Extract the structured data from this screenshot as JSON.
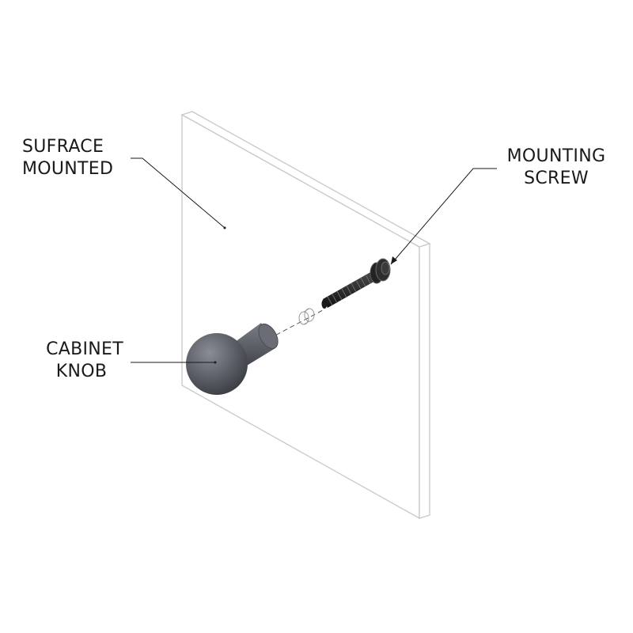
{
  "labels": {
    "surface_mounted": [
      "SUFRACE",
      "MOUNTED"
    ],
    "mounting_screw": [
      "MOUNTING",
      "SCREW"
    ],
    "cabinet_knob": [
      "CABINET",
      "KNOB"
    ]
  },
  "colors": {
    "panel_edge": "#c8c8c8",
    "leader_line": "#1a1a1a",
    "knob_body": "#5b5e66",
    "screw_body": "#2a2a2a",
    "text": "#1a1a1a"
  }
}
